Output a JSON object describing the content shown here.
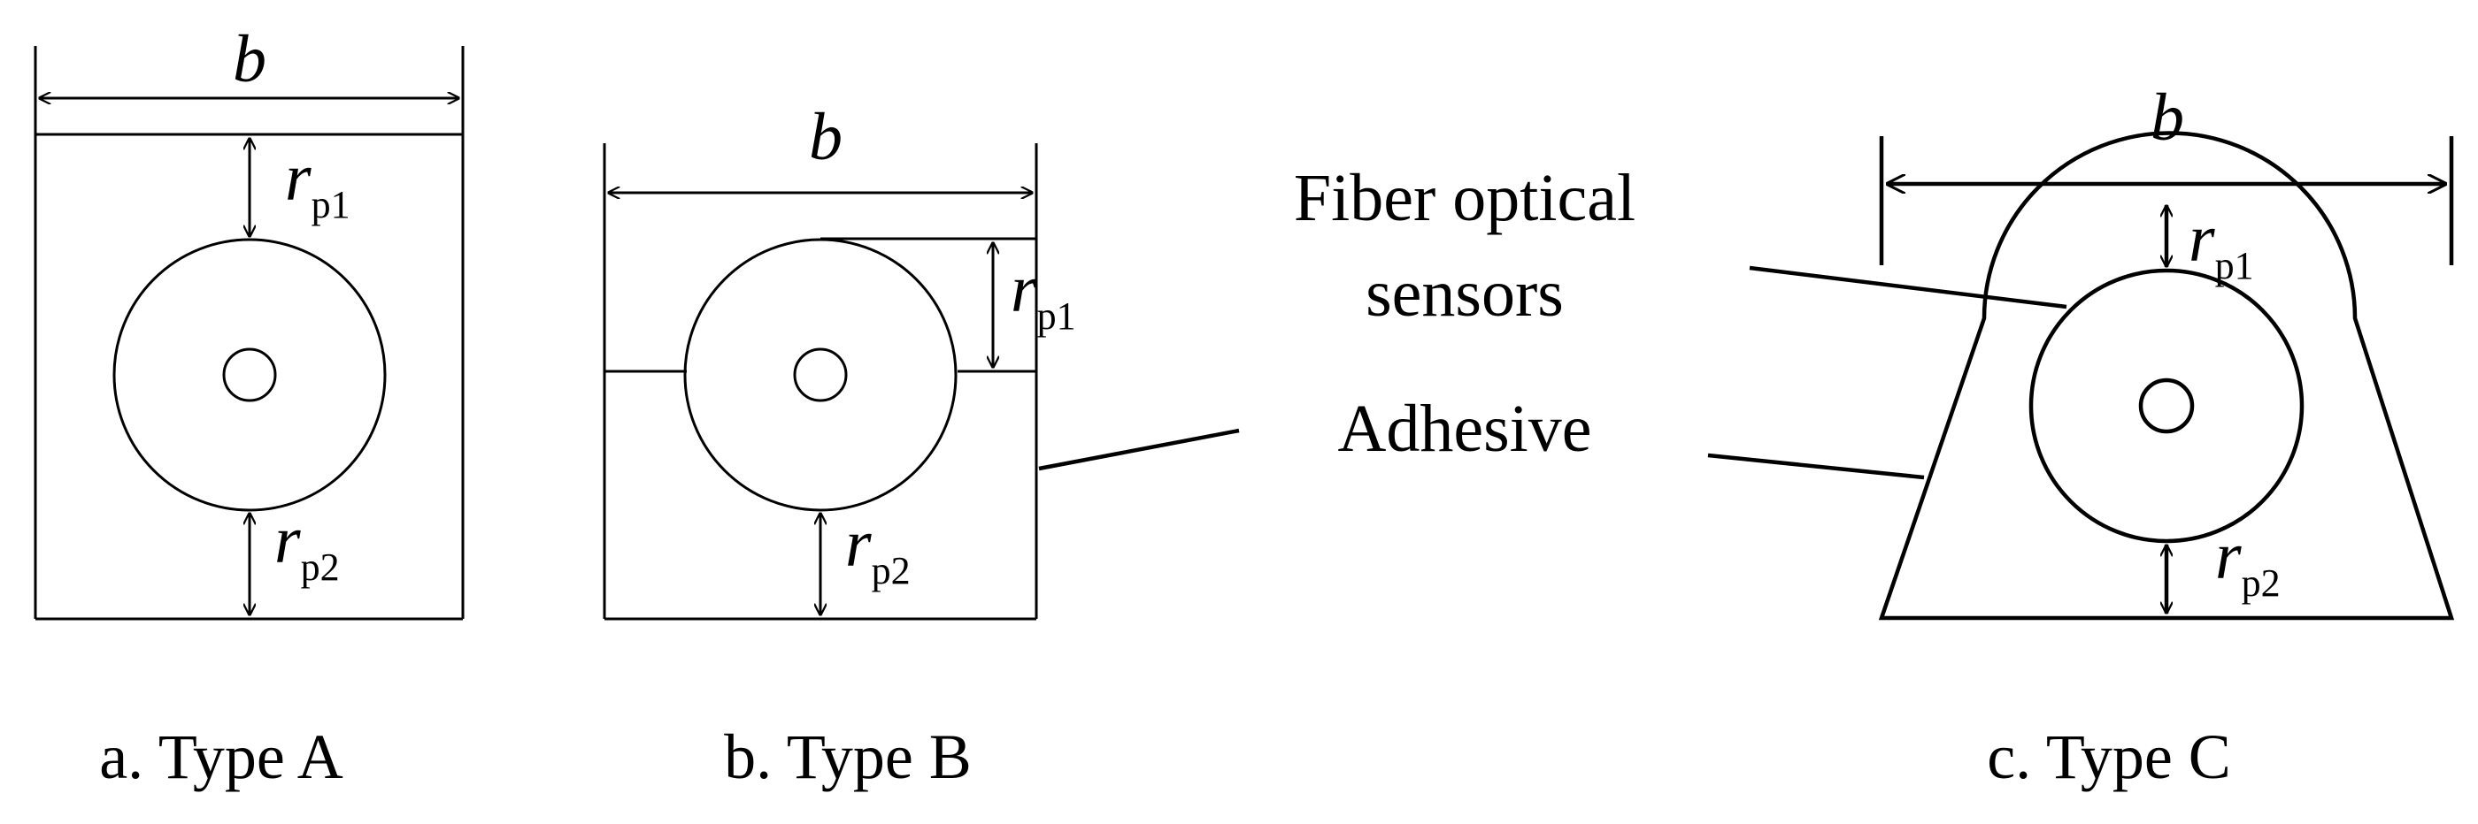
{
  "labels": {
    "width": "b",
    "r": "r",
    "p1": "p1",
    "p2": "p2"
  },
  "callouts": {
    "sensor_line1": "Fiber optical",
    "sensor_line2": "sensors",
    "adhesive": "Adhesive"
  },
  "captions": {
    "a": "a. Type A",
    "b": "b. Type B",
    "c": "c. Type C"
  }
}
